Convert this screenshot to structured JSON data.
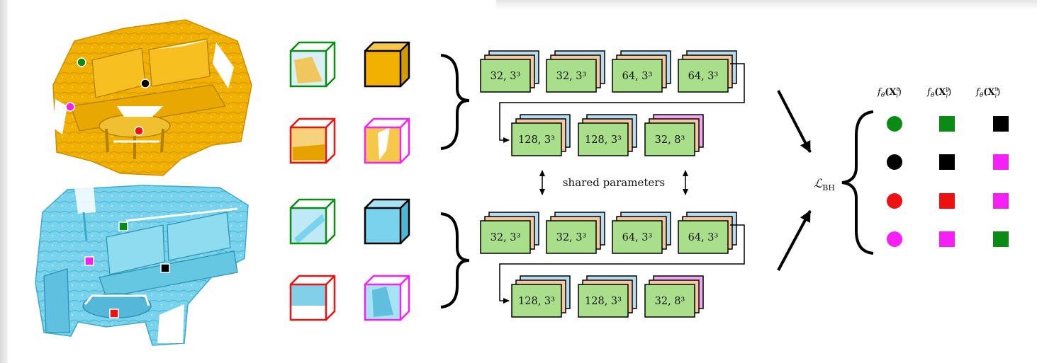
{
  "colors": {
    "orange_scene": "#f2b100",
    "orange_dark": "#c98e00",
    "blue_scene": "#79d3ec",
    "blue_dark": "#3ea9c8",
    "green": "#0b8a16",
    "black": "#000000",
    "red": "#ee1111",
    "magenta": "#f520f5",
    "layer_green": "#a9df8b",
    "layer_blue": "#b7dcef",
    "layer_peach": "#f4c9a1",
    "layer_pink": "#f0a6f0"
  },
  "network": {
    "row1_labels": [
      "32, 3³",
      "32, 3³",
      "64, 3³",
      "64, 3³"
    ],
    "row2_labels": [
      "128, 3³",
      "128, 3³",
      "32, 8³"
    ],
    "shared_label": "shared parameters"
  },
  "loss": {
    "label": "ℒ",
    "subscript": "BH"
  },
  "columns": {
    "anchor": "f",
    "anchor_parts": [
      "θ",
      "(X",
      "a",
      "i",
      ")"
    ],
    "positive_parts": [
      "θ",
      "(X",
      "p",
      "i",
      ")"
    ],
    "negative_parts": [
      "θ",
      "(X",
      "n",
      "i",
      ")"
    ]
  },
  "legend": {
    "rows": [
      {
        "anchor": "green",
        "positive": "green",
        "negative": "black"
      },
      {
        "anchor": "black",
        "positive": "black",
        "negative": "magenta"
      },
      {
        "anchor": "red",
        "positive": "red",
        "negative": "magenta"
      },
      {
        "anchor": "magenta",
        "positive": "magenta",
        "negative": "green"
      }
    ]
  },
  "scene_points": {
    "top": [
      "green",
      "black",
      "magenta",
      "red"
    ],
    "bottom": [
      "green",
      "magenta",
      "black",
      "red"
    ]
  },
  "icons": {
    "top_scene": "orange-3d-scene-image",
    "bottom_scene": "blue-3d-scene-image",
    "patch": "voxel-patch-cube-icon"
  }
}
